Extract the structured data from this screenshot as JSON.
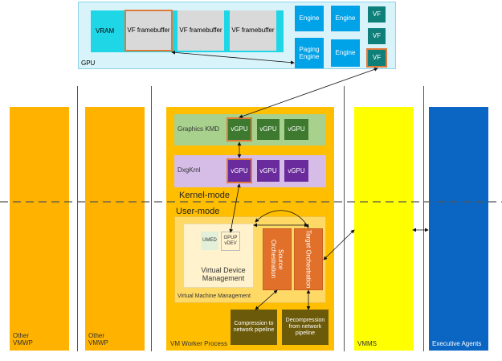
{
  "gpu": {
    "label": "GPU",
    "vram": "VRAM",
    "framebuffers": [
      "VF framebuffer",
      "VF framebuffer",
      "VF framebuffer"
    ],
    "engines": [
      "Engine",
      "Engine",
      "Engine"
    ],
    "paging_engine": "Paging Engine",
    "vfs": [
      "VF",
      "VF",
      "VF"
    ]
  },
  "columns": {
    "other_vmwp_1": "Other VMWP",
    "other_vmwp_2": "Other VMWP",
    "vm_worker_process": "VM Worker Process",
    "vmms": "VMMS",
    "executive_agents": "Executive Agents"
  },
  "graphics_kmd": {
    "label": "Graphics KMD",
    "vgpus": [
      "vGPU",
      "vGPU",
      "vGPU"
    ]
  },
  "dxgkrnl": {
    "label": "DxgKrnl",
    "vgpus": [
      "vGPU",
      "vGPU",
      "vGPU"
    ]
  },
  "modes": {
    "kernel": "Kernel-mode",
    "user": "User-mode"
  },
  "vmm": {
    "label": "Virtual Machine Management",
    "vdm_label": "Virtual Device Management",
    "umed": "UMED",
    "gpup_vdev": "GPUP vDEV",
    "source_orchestration": "Source Orchestration",
    "target_orchestration": "Target Orchestration"
  },
  "pipelines": {
    "compression": "Compression to network pipeline",
    "decompression": "Decompression from network pipeline"
  },
  "colors": {
    "gpu_bg": "#d9f3fa",
    "gpu_border": "#8ed3ea",
    "vram": "#1fd6e6",
    "engine": "#00a2e8",
    "vf": "#0f7f7a",
    "highlight": "#e07a3a",
    "orange_col": "#ffbf00",
    "vmwp": "#ffb300",
    "vmms": "#ffff00",
    "executive": "#0a66c2",
    "kmd": "#a9d18e",
    "kmd_vgpu": "#3d7a2f",
    "dxg": "#d6bde8",
    "dxg_vgpu": "#6a2b9c",
    "vmm_bg": "#ffd966",
    "vdm_bg": "#fff2cc",
    "orchestration": "#e1702a",
    "pipeline": "#6b5a0a"
  }
}
